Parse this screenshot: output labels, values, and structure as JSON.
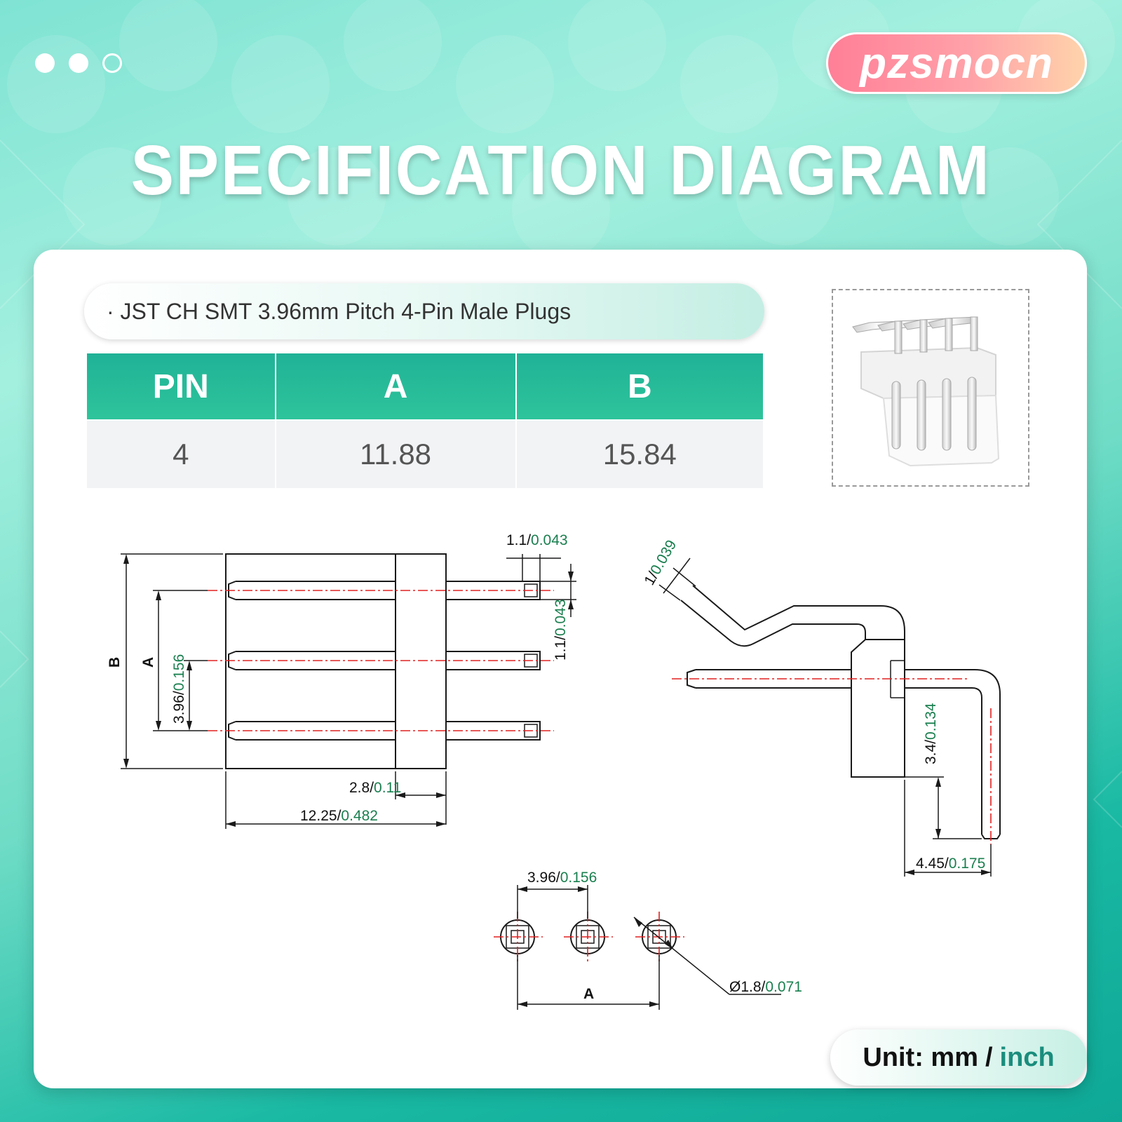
{
  "brand": "pzsmocn",
  "title": "SPECIFICATION DIAGRAM",
  "subtitle": "· JST CH SMT 3.96mm Pitch 4-Pin Male Plugs",
  "table": {
    "headers": [
      "PIN",
      "A",
      "B"
    ],
    "row": [
      "4",
      "11.88",
      "15.84"
    ]
  },
  "unit": {
    "label": "Unit: mm",
    "slash": "/",
    "inch": "inch"
  },
  "dimensions": {
    "d1": {
      "mm": "1.1",
      "inch": "0.043"
    },
    "d2": {
      "mm": "1.1",
      "inch": "0.043"
    },
    "pitch_side": {
      "mm": "3.96",
      "inch": "0.156"
    },
    "d_body": {
      "mm": "2.8",
      "inch": "0.11"
    },
    "d_total": {
      "mm": "12.25",
      "inch": "0.482"
    },
    "label_a": "A",
    "label_b": "B",
    "d_pin_w": {
      "mm": "1",
      "inch": "0.039"
    },
    "d_height": {
      "mm": "3.4",
      "inch": "0.134"
    },
    "d_offset": {
      "mm": "4.45",
      "inch": "0.175"
    },
    "pitch_bottom": {
      "mm": "3.96",
      "inch": "0.156"
    },
    "hole_dia": {
      "mm": "Ø1.8",
      "inch": "0.071"
    },
    "label_a_bottom": "A"
  },
  "colors": {
    "teal_header": "#2ec49b",
    "inch_text": "#1a7f4f",
    "centerline": "#e02020",
    "brand_pink": "#ff7f97"
  }
}
